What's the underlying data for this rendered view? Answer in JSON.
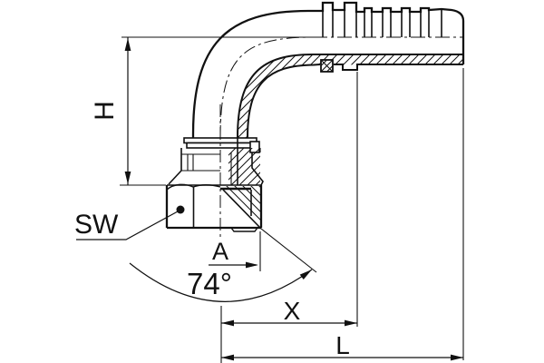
{
  "drawing": {
    "type": "technical-dimension-drawing",
    "subject": "90-degree elbow hose fitting (barbed hose shank, swivel hex nut, 74-degree cone seat) shown in half-section",
    "background_color": "#ffffff",
    "line_color": "#111111",
    "labels": {
      "height": "H",
      "wrench_size": "SW",
      "dim_a": "A",
      "cone_angle": "74°",
      "dim_x": "X",
      "overall_length": "L"
    }
  }
}
